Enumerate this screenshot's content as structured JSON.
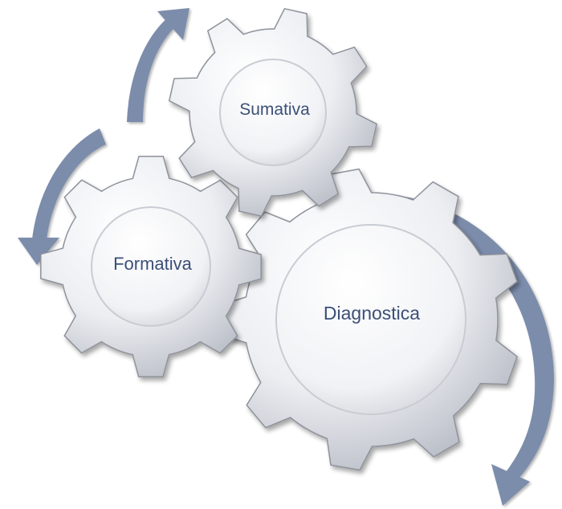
{
  "diagram": {
    "gears": [
      {
        "id": "sumativa",
        "label": "Sumativa"
      },
      {
        "id": "formativa",
        "label": "Formativa"
      },
      {
        "id": "diagnostica",
        "label": "Diagnostica"
      }
    ],
    "arrows": [
      {
        "id": "top",
        "icon": "curved-arrow-up-icon"
      },
      {
        "id": "left",
        "icon": "curved-arrow-down-left-icon"
      },
      {
        "id": "right",
        "icon": "curved-arrow-down-right-icon"
      }
    ],
    "colors": {
      "arrow": "#7b8cab",
      "gear_light": "#ffffff",
      "gear_shade": "#c9ccd3",
      "gear_edge": "#8e929b",
      "label": "#3b4f78"
    }
  }
}
